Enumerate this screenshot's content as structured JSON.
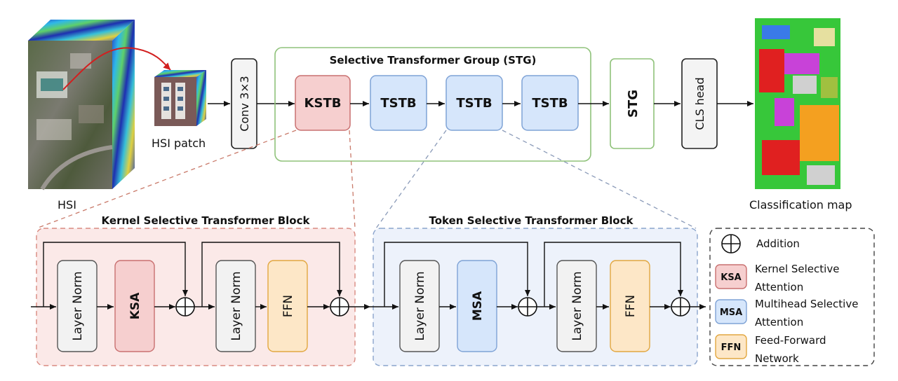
{
  "hsi": {
    "label": "HSI"
  },
  "patch": {
    "label": "HSI patch"
  },
  "conv": {
    "label": "Conv 3×3"
  },
  "stg_group": {
    "title": "Selective Transformer Group (STG)",
    "blocks": [
      "KSTB",
      "TSTB",
      "TSTB",
      "TSTB"
    ]
  },
  "stg_box": {
    "label": "STG"
  },
  "cls_head": {
    "label": "CLS head"
  },
  "classification": {
    "label": "Classification map"
  },
  "kstb_detail": {
    "title": "Kernel Selective Transformer Block",
    "layer_norm_1": "Layer Norm",
    "attention": "KSA",
    "layer_norm_2": "Layer Norm",
    "ffn": "FFN"
  },
  "tstb_detail": {
    "title": "Token Selective Transformer Block",
    "layer_norm_1": "Layer Norm",
    "attention": "MSA",
    "layer_norm_2": "Layer Norm",
    "ffn": "FFN"
  },
  "legend": {
    "addition": "Addition",
    "ksa_abbr": "KSA",
    "ksa_line1": "Kernel Selective",
    "ksa_line2": "Attention",
    "msa_abbr": "MSA",
    "msa_line1": "Multihead Selective",
    "msa_line2": "Attention",
    "ffn_abbr": "FFN",
    "ffn_line1": "Feed-Forward",
    "ffn_line2": "Network"
  },
  "colors": {
    "red_fill": "#f6cfcf",
    "red_stroke": "#c97070",
    "blue_fill": "#d6e6fb",
    "blue_stroke": "#7fa3d6",
    "orange_fill": "#fde7c7",
    "orange_stroke": "#e2a740",
    "gray_fill": "#f2f2f2",
    "group_green": "#8fc27a",
    "pink_bg": "#fbe9e8",
    "blue_bg": "#edf2fb"
  }
}
